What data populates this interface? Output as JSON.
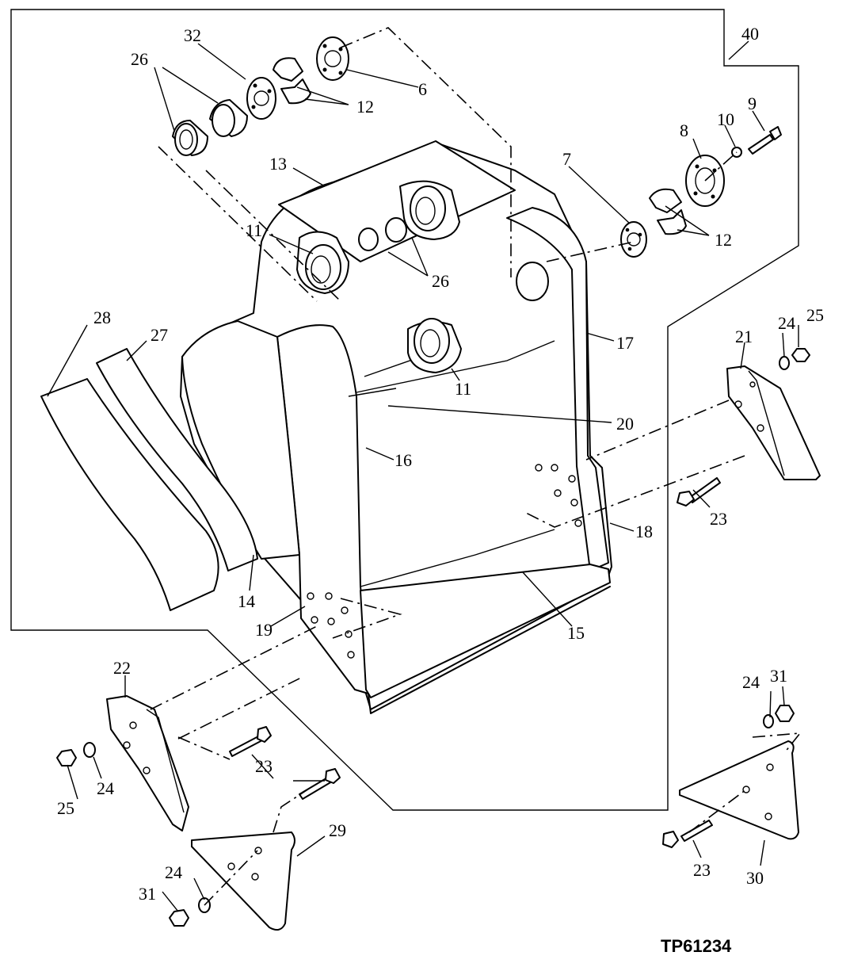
{
  "drawing_code": "TP61234",
  "callouts": {
    "c40": "40",
    "c32": "32",
    "c26a": "26",
    "c6": "6",
    "c12a": "12",
    "c9": "9",
    "c10": "10",
    "c8": "8",
    "c7": "7",
    "c12b": "12",
    "c13": "13",
    "c11a": "11",
    "c26b": "26",
    "c28": "28",
    "c27": "27",
    "c17": "17",
    "c24a": "24",
    "c25a": "25",
    "c21": "21",
    "c11b": "11",
    "c20": "20",
    "c16": "16",
    "c23a": "23",
    "c18": "18",
    "c14": "14",
    "c19": "19",
    "c15": "15",
    "c22": "22",
    "c24b": "24",
    "c31a": "31",
    "c23b": "23",
    "c24c": "24",
    "c25b": "25",
    "c29": "29",
    "c24d": "24",
    "c31b": "31",
    "c23c": "23",
    "c30": "30"
  }
}
